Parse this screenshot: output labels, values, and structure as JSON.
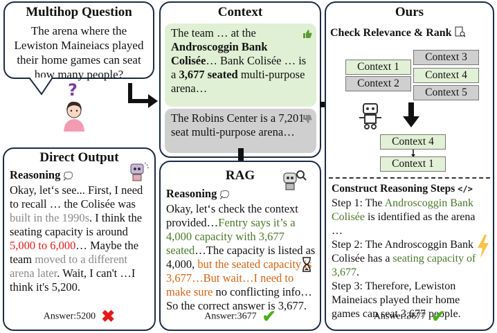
{
  "question": {
    "title": "Multihop Question",
    "text": "The arena where the Lewiston Maineiacs played their home games can seat how many people?",
    "person_icon": "question-person-icon"
  },
  "context": {
    "title": "Context",
    "good_pre1": "The team … at the ",
    "good_bold1": "Androscoggin Bank Colisée",
    "good_mid": "… Bank Colisée … is a ",
    "good_bold2": "3,677 seated",
    "good_post": " multi-purpose arena…",
    "bad_text": "The Robins Center is a 7,201-seat multi-purpose arena…",
    "good_icon": "thumbs-up-icon",
    "bad_icon": "thumbs-down-icon"
  },
  "direct": {
    "title": "Direct Output",
    "reasoning_label": "Reasoning",
    "t1": "Okay, let‘s see... First, I need to recall … the Colisée was ",
    "t1_gray": "built in the 1990s",
    "t2": ". I think the seating capacity is around ",
    "t2_red": "5,000 to 6,000",
    "t3": "… Maybe the team ",
    "t3_gray": "moved to a different arena later",
    "t4": ". Wait, I can't …I think it's 5,200.",
    "answer": "Answer:5200",
    "answer_mark": "✖",
    "robot_icon": "robot-icon"
  },
  "rag": {
    "title": "RAG",
    "reasoning_label": "Reasoning",
    "t1": "Okay, let‘s check the context provided…",
    "t1_green": "Fentry says it’s a 4,000 capacity with 3,677 seated",
    "t2": "…The capacity is listed as 4,000, ",
    "t2_orange": "but the seated capacity is 3,677…But wait…I need to make sure",
    "t3": " no conflicting info…So the correct answer is 3,677.",
    "answer": "Answer:3677",
    "answer_mark": "✔",
    "robot_icon": "search-robot-icon",
    "hourglass_icon": "hourglass-icon"
  },
  "ours": {
    "title": "Ours",
    "subtitle": "Check Relevance & Rank",
    "contexts_left": [
      "Context 1",
      "Context 2"
    ],
    "contexts_right": [
      "Context 3",
      "Context 4",
      "Context 5"
    ],
    "ranked": [
      "Context 4",
      "Context 1"
    ],
    "subtitle2": "Construct Reasoning Steps",
    "s1_pre": "Step 1: The ",
    "s1_green": "Androscoggin Bank Colisée",
    "s1_post": " is identified as the arena …",
    "s2_pre": "Step 2: The Androscoggin Bank Colisée has a ",
    "s2_green": "seating capacity of 3,677",
    "s2_post": ".",
    "s3": "Step 3: Therefore, Lewiston Maineiacs played their home games can seat 3,677 people.",
    "answer": "Answer:3677",
    "answer_mark": "✔",
    "robot_icon": "robot-icon",
    "lightning_icon": "lightning-icon",
    "code_icon": "code-icon",
    "doc_search_icon": "document-search-icon"
  }
}
